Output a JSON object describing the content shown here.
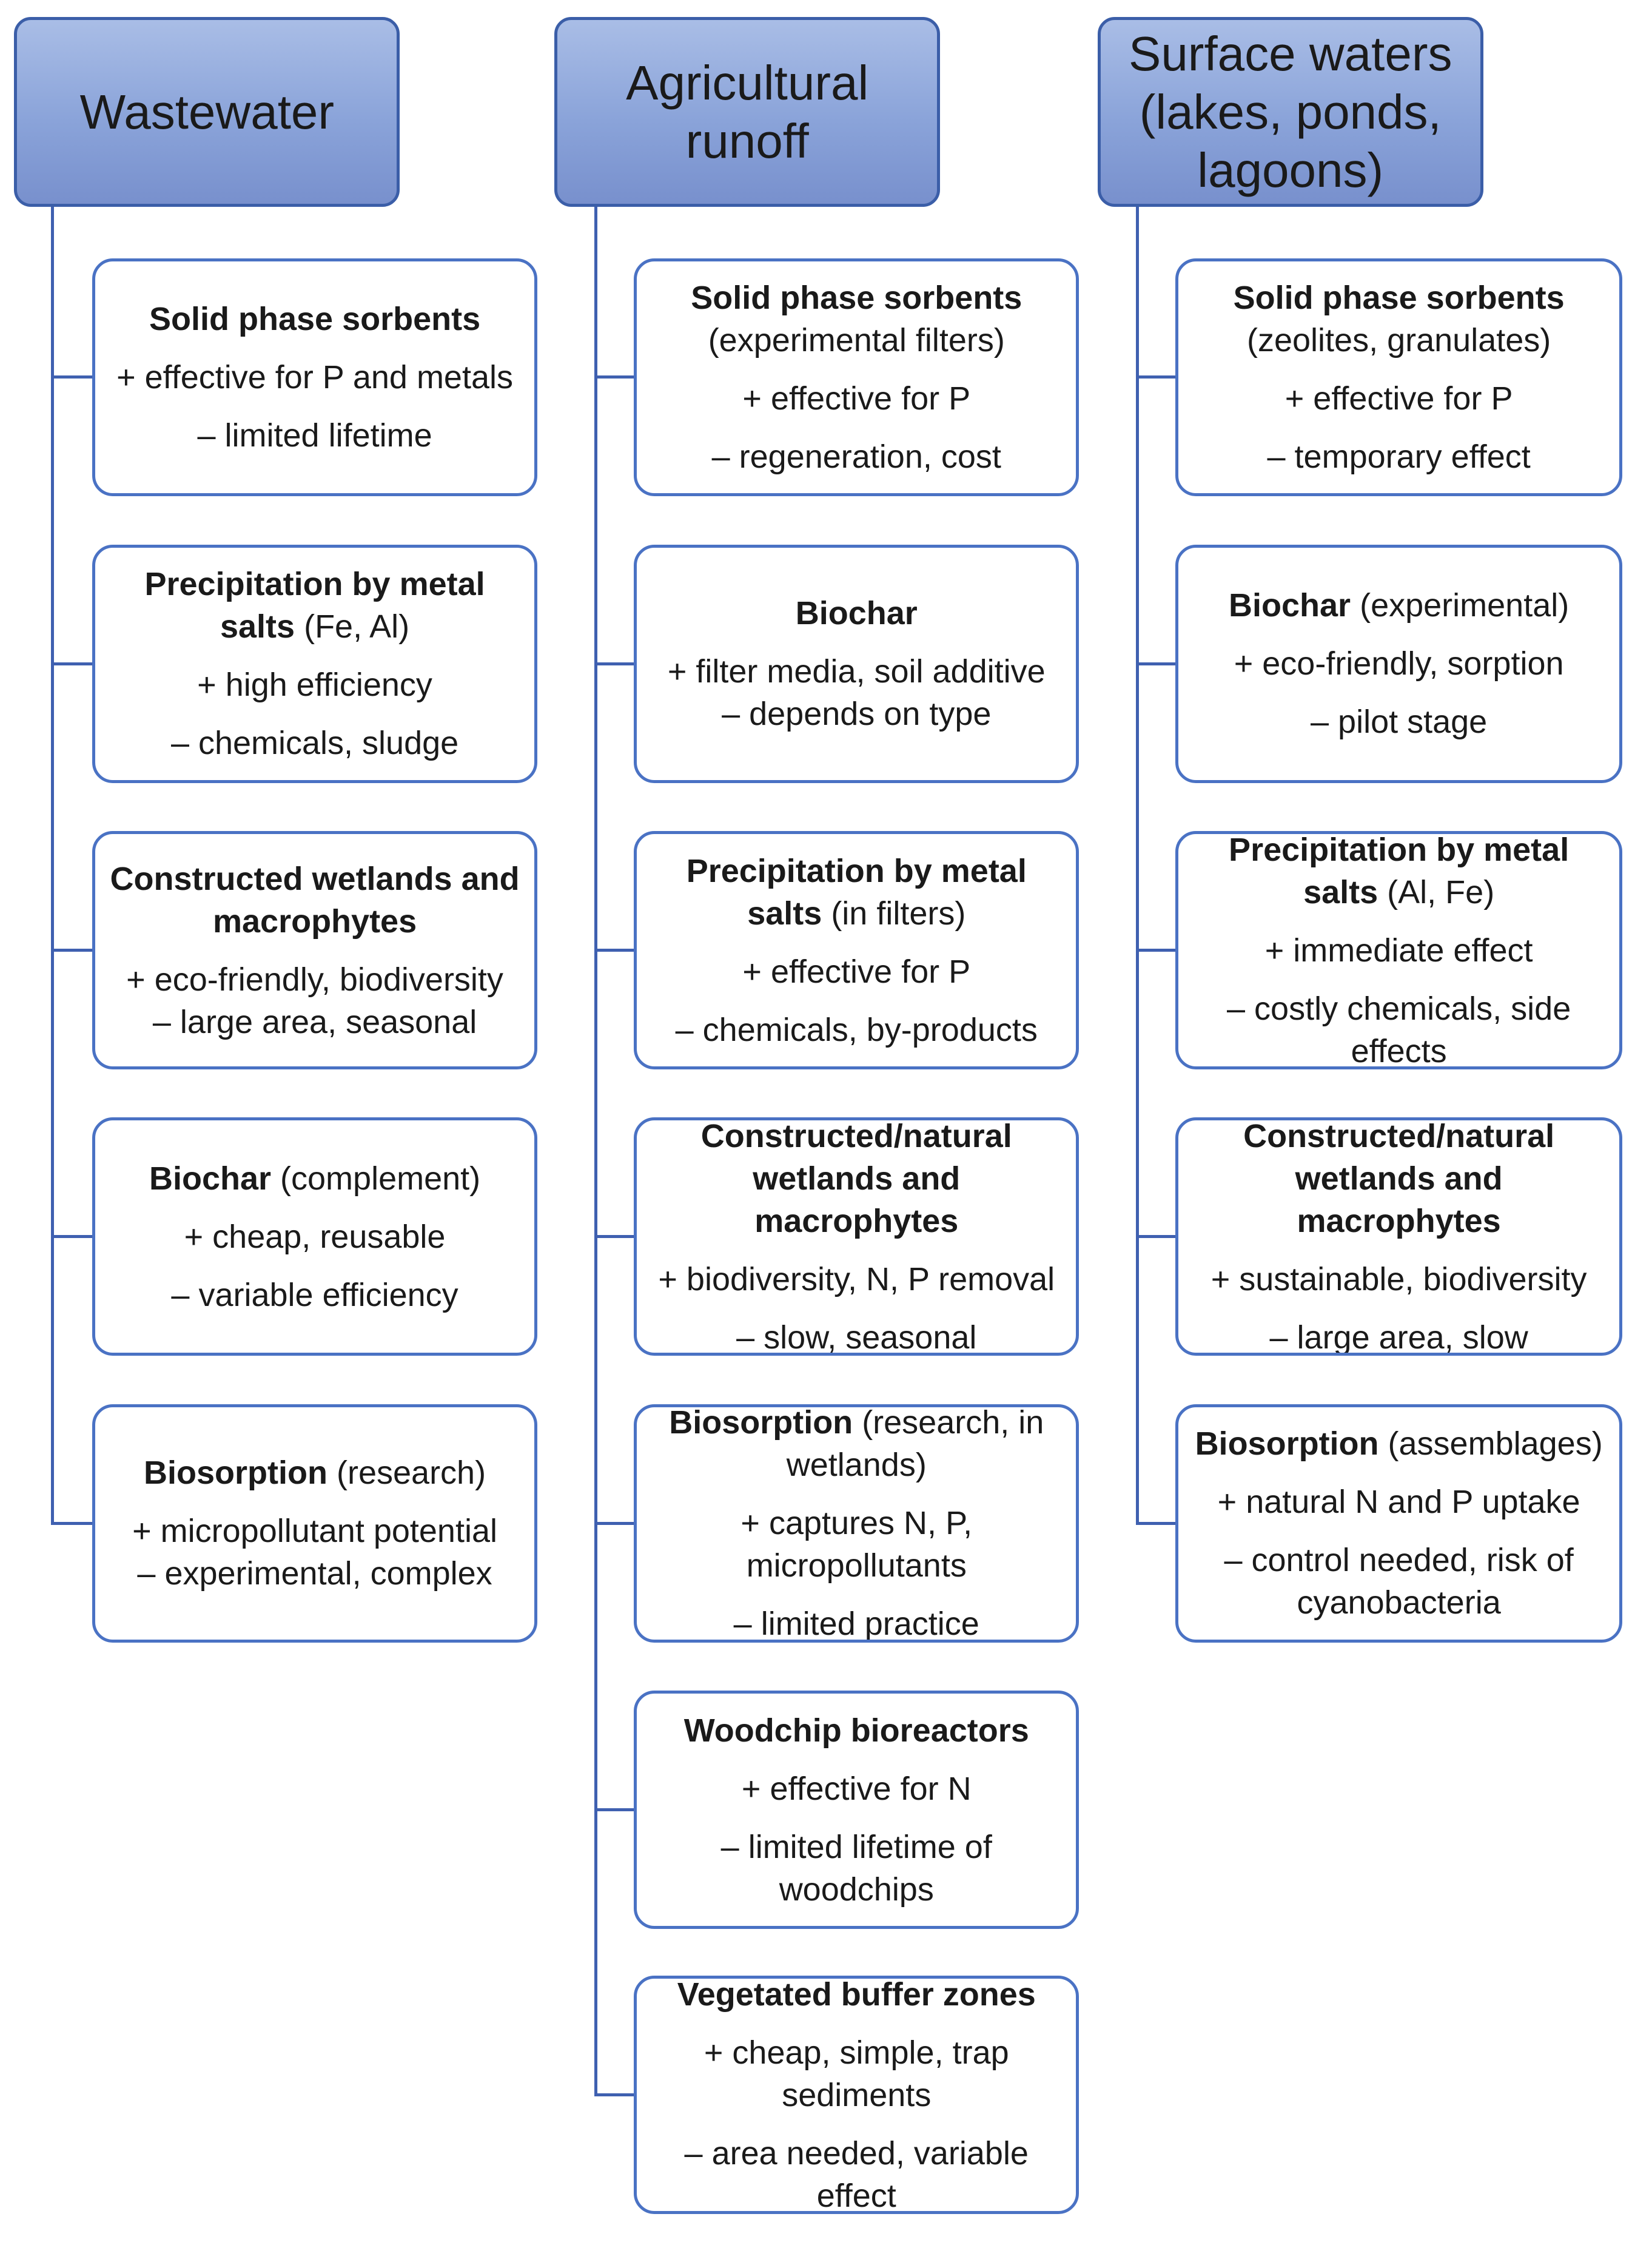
{
  "columns": [
    {
      "name": "wastewater",
      "header": "Wastewater",
      "cards": [
        {
          "title_bold": "Solid phase sorbents",
          "title_rest": "",
          "details": [
            "+ effective for P and metals",
            "– limited lifetime"
          ]
        },
        {
          "title_bold": "Precipitation by metal salts",
          "title_rest": "(Fe, Al)",
          "details": [
            "+ high efficiency",
            "– chemicals, sludge"
          ]
        },
        {
          "title_bold": "Constructed wetlands and macrophytes",
          "title_rest": "",
          "details": [
            "+ eco-friendly, biodiversity\n– large area, seasonal"
          ]
        },
        {
          "title_bold": "Biochar",
          "title_rest": "(complement)",
          "details": [
            "+ cheap, reusable",
            "– variable efficiency"
          ]
        },
        {
          "title_bold": "Biosorption",
          "title_rest": "(research)",
          "details": [
            "+ micropollutant potential\n– experimental, complex"
          ]
        }
      ]
    },
    {
      "name": "agricultural-runoff",
      "header": "Agricultural runoff",
      "cards": [
        {
          "title_bold": "Solid phase sorbents",
          "title_rest": "(experimental filters)",
          "details": [
            "+ effective for P",
            "– regeneration, cost"
          ]
        },
        {
          "title_bold": "Biochar",
          "title_rest": "",
          "details": [
            "+ filter media, soil additive\n– depends on type"
          ]
        },
        {
          "title_bold": "Precipitation by metal salts",
          "title_rest": "(in filters)",
          "details": [
            "+ effective for P",
            "– chemicals, by-products"
          ]
        },
        {
          "title_bold": "Constructed/natural wetlands and macrophytes",
          "title_rest": "",
          "details": [
            "+ biodiversity, N, P removal",
            "– slow, seasonal"
          ]
        },
        {
          "title_bold": "Biosorption",
          "title_rest": "(research, in wetlands)",
          "details": [
            "+ captures N, P, micropollutants",
            "– limited practice"
          ]
        },
        {
          "title_bold": "Woodchip bioreactors",
          "title_rest": "",
          "details": [
            "+ effective for N",
            "– limited lifetime of woodchips"
          ]
        },
        {
          "title_bold": "Vegetated buffer zones",
          "title_rest": "",
          "details": [
            "+ cheap, simple, trap sediments",
            "– area needed, variable effect"
          ]
        }
      ]
    },
    {
      "name": "surface-waters",
      "header": "Surface waters (lakes, ponds, lagoons)",
      "cards": [
        {
          "title_bold": "Solid phase sorbents",
          "title_rest": "(zeolites, granulates)",
          "details": [
            "+ effective for P",
            "– temporary effect"
          ]
        },
        {
          "title_bold": "Biochar",
          "title_rest": "(experimental)",
          "details": [
            "+ eco-friendly, sorption",
            "– pilot stage"
          ]
        },
        {
          "title_bold": "Precipitation by metal salts",
          "title_rest": "(Al, Fe)",
          "details": [
            "+ immediate effect",
            "– costly chemicals, side effects"
          ]
        },
        {
          "title_bold": "Constructed/natural wetlands and macrophytes",
          "title_rest": "",
          "details": [
            "+ sustainable, biodiversity",
            "– large area, slow"
          ]
        },
        {
          "title_bold": "Biosorption",
          "title_rest": "(assemblages)",
          "details": [
            "+ natural N and P uptake",
            "– control needed, risk of cyanobacteria"
          ]
        }
      ]
    }
  ],
  "colors": {
    "header_fill": "#8aa3d9",
    "header_border": "#3b5ea8",
    "card_border": "#4a72c4",
    "connector": "#3f60b0"
  }
}
